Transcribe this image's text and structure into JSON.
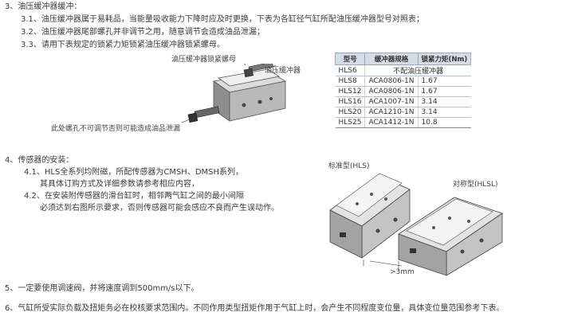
{
  "section3": {
    "title": "3、油压缓冲器缓冲：",
    "item1": "3.1、油压缓冲器属于易耗品，当能量吸收能力下降时应及时更换，下表为各缸径气缸所配油压缓冲器型号对照表；",
    "item2": "3.2、油压缓冲器尾部螺孔并非调节之用，随意调节会造成油品泄漏；",
    "item3": "3.3、请用下表规定的锁紧力矩锁紧油压缓冲器锁紧螺母。"
  },
  "figure1": {
    "label_locknut": "油压缓冲器锁紧螺母",
    "label_buffer": "油压缓冲器",
    "label_screwhole": "此处螺孔不可调节否则可能造成油品泄漏"
  },
  "table": {
    "headers": [
      "型号",
      "缓冲器规格",
      "锁紧力矩(Nm)"
    ],
    "rows": [
      {
        "model": "HLS6",
        "merged": "不配油压缓冲器"
      },
      {
        "model": "HLS8",
        "spec": "ACA0806-1N",
        "torque": "1.67"
      },
      {
        "model": "HLS12",
        "spec": "ACA0806-1N",
        "torque": "1.67"
      },
      {
        "model": "HLS16",
        "spec": "ACA1007-1N",
        "torque": "3.14"
      },
      {
        "model": "HLS20",
        "spec": "ACA1210-1N",
        "torque": "3.14"
      },
      {
        "model": "HLS25",
        "spec": "ACA1412-1N",
        "torque": "10.8"
      }
    ]
  },
  "section4": {
    "title": "4、传感器的安装：",
    "item1_line1": "4.1、HLS全系列均附磁，所配传感器为CMSH、DMSH系列，",
    "item1_line2": "其具体订购方式及详细参数请参考相应内容，",
    "item2_line1": "4.2、在安装附传感器的滑台缸时，相邻两气缸之间的最小间隔",
    "item2_line2": "必须达到右图所示要求，否则传感器可能会感应不良而产生误动作。"
  },
  "figure2": {
    "label_standard": "标准型(HLS)",
    "label_symmetric": "对称型(HLSL)",
    "gap_label": ">3mm"
  },
  "section5": {
    "text": "5、一定要使用调速阀，并将速度调到500mm/s以下。"
  },
  "section6": {
    "text": "6、气缸所受实际负载及扭矩务必在校核要求范围内。不同作用类型扭矩作用于气缸上时，会产生不同程度变位量，具体变位量范围参考下表。"
  }
}
